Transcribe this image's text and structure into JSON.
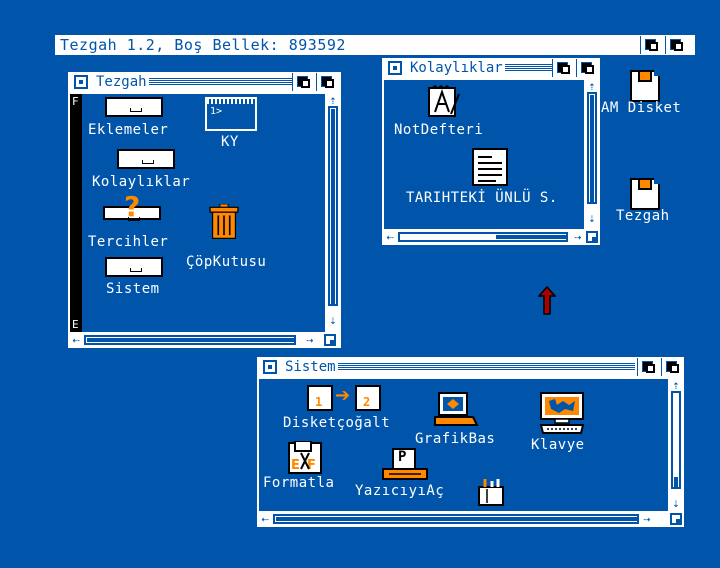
{
  "screen": {
    "title": "Tezgah 1.2, Boş Bellek: 893592"
  },
  "windows": {
    "workbench": {
      "title": "Tezgah",
      "side_top": "F",
      "side_bottom": "E",
      "icons": [
        {
          "name": "drawer-eklemeler",
          "label": "Eklemeler"
        },
        {
          "name": "drawer-kolayliklar",
          "label": "Kolaylıklar"
        },
        {
          "name": "drawer-tercihler",
          "label": "Tercihler"
        },
        {
          "name": "drawer-sistem",
          "label": "Sistem"
        },
        {
          "name": "shell-ky",
          "label": "KY",
          "screen_text": "1>"
        },
        {
          "name": "trashcan",
          "label": "ÇöpKutusu"
        }
      ]
    },
    "utilities": {
      "title": "Kolaylıklar",
      "icons": [
        {
          "name": "notepad",
          "label": "NotDefteri"
        },
        {
          "name": "document",
          "label": "TARIHTEKİ ÜNLÜ S."
        }
      ]
    },
    "system": {
      "title": "Sistem",
      "icons": [
        {
          "name": "diskcopy",
          "label": "Disketçoğalt",
          "n1": "1",
          "n2": "2"
        },
        {
          "name": "graphicdump",
          "label": "GrafikBas"
        },
        {
          "name": "keyboard",
          "label": "Klavye"
        },
        {
          "name": "format",
          "label": "Formatla"
        },
        {
          "name": "printer",
          "label": "YazıcıyıAç",
          "sheet": "P"
        }
      ]
    }
  },
  "desktop_icons": [
    {
      "name": "ram-disk",
      "label": "AM Disket"
    },
    {
      "name": "workbench-disk",
      "label": "Tezgah"
    }
  ],
  "arrows": {
    "up": "⇡",
    "down": "⇣",
    "left": "⇠",
    "right": "⇢"
  },
  "colors": {
    "background": "#0055aa",
    "white": "#ffffff",
    "black": "#000000",
    "accent": "#ff8800"
  }
}
